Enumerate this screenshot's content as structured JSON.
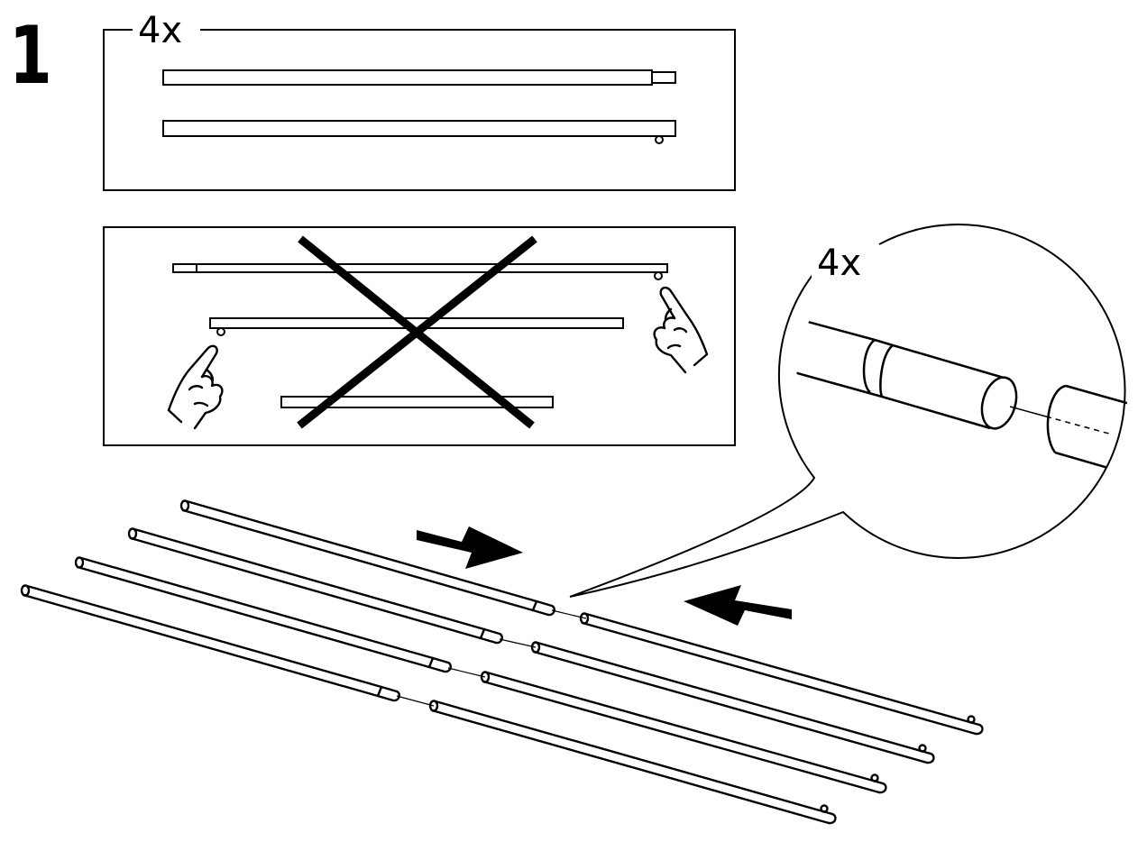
{
  "step": {
    "number": "1"
  },
  "panels": {
    "correct": {
      "quantity": "4x"
    },
    "incorrect": {}
  },
  "detail": {
    "quantity": "4x"
  },
  "colors": {
    "ink": "#000000",
    "paper": "#ffffff"
  },
  "icons": [
    "hand-pointing-icon",
    "cross-mark-icon",
    "arrow-right-icon",
    "arrow-left-icon"
  ]
}
